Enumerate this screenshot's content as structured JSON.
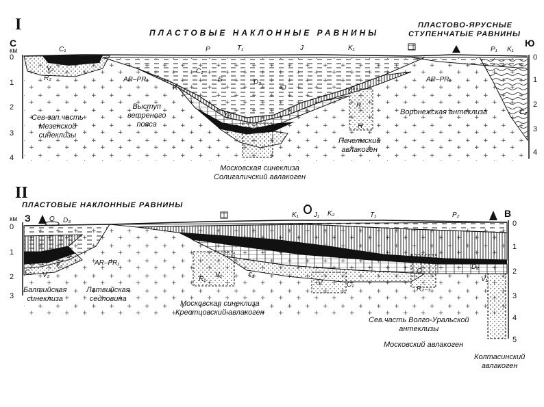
{
  "section_1": {
    "number": "I",
    "header_left": "ПЛАСТОВЫЕ НАКЛОННЫЕ РАВНИНЫ",
    "header_right_line1": "ПЛАСТОВО-ЯРУСНЫЕ",
    "header_right_line2": "СТУПЕНЧАТЫЕ РАВНИНЫ",
    "end_left": "С",
    "end_right": "Ю",
    "unit": "км",
    "left_ticks": [
      "0",
      "1",
      "2",
      "3",
      "4"
    ],
    "right_ticks": [
      "0",
      "1",
      "2",
      "3",
      "4"
    ],
    "surface_symbols": [
      "C₁",
      "P",
      "T₁",
      "J",
      "K₁",
      "P₁",
      "K₁"
    ],
    "inner_symbols": [
      "V₂",
      "R₂",
      "AR–PR₁",
      "R",
      "C₁",
      "S",
      "D₃",
      "O",
      "V₂",
      "R",
      "H",
      "AR–PR₁",
      "C₂"
    ],
    "label_1": [
      "Сев-зап.часть",
      "Мезенской",
      "синеклизы"
    ],
    "label_2": [
      "Выступ",
      "ветреного",
      "пояса"
    ],
    "label_3": [
      "Московская синеклиза",
      "Солигаличский авлакоген"
    ],
    "label_4": [
      "Пачелмский",
      "авлакоген"
    ],
    "label_5": [
      "Воронежская антеклиза"
    ]
  },
  "section_2": {
    "number": "II",
    "header_left": "ПЛАСТОВЫЕ НАКЛОННЫЕ РАВНИНЫ",
    "end_left": "З",
    "end_right": "В",
    "unit": "км",
    "left_ticks": [
      "0",
      "1",
      "2",
      "3"
    ],
    "right_ticks": [
      "0",
      "1",
      "2",
      "3",
      "4",
      "5"
    ],
    "surface_symbols": [
      "Q",
      "D₃",
      "K₁",
      "J₁",
      "K₂",
      "T₁",
      "P₂"
    ],
    "inner_symbols": [
      "C₁₊",
      "V₂",
      "€₂",
      "O",
      "AR–PR₁",
      "R₁",
      "V₂",
      "€₁",
      "V",
      "C₁",
      "R₂₋₃",
      "O₂",
      "P₁",
      "V₁",
      "D₂"
    ],
    "label_1": [
      "Балтийская",
      "синеклиза"
    ],
    "label_2": [
      "Латвийская",
      "седловина"
    ],
    "label_3": [
      "Московская синеклиза",
      "Крестцовский авлакоген"
    ],
    "label_4": [
      "Сев.часть Волго-Уральской",
      "антеклизы"
    ],
    "label_5": [
      "Московский авлакоген"
    ],
    "label_6": [
      "Колтасинский",
      "авлакоген"
    ]
  }
}
